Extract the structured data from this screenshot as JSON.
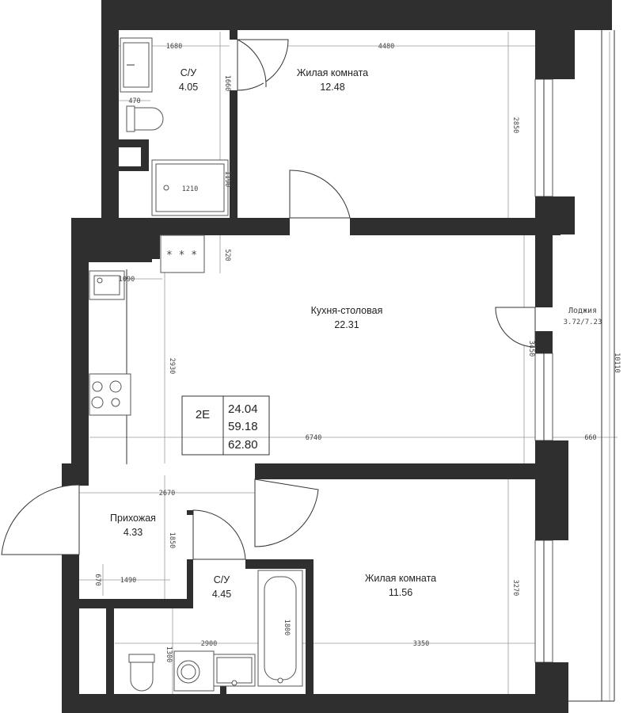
{
  "rooms": {
    "bath_top": {
      "name": "С/У",
      "area": "4.05"
    },
    "living_top": {
      "name": "Жилая комната",
      "area": "12.48"
    },
    "kitchen": {
      "name": "Кухня-столовая",
      "area": "22.31"
    },
    "loggia": {
      "name": "Лоджия",
      "area": "3.72/7.23"
    },
    "hall": {
      "name": "Прихожая",
      "area": "4.33"
    },
    "bath_bottom": {
      "name": "С/У",
      "area": "4.45"
    },
    "living_bottom": {
      "name": "Жилая комната",
      "area": "11.56"
    }
  },
  "summary": {
    "type": "2Е",
    "living_area": "24.04",
    "total_area": "59.18",
    "total_with_loggia": "62.80"
  },
  "dimensions": {
    "d1680": "1680",
    "d4480": "4480",
    "d1660": "1660",
    "d470": "470",
    "d2850": "2850",
    "d1190": "1190",
    "d1210": "1210",
    "d520": "520",
    "d1090": "1090",
    "d2930": "2930",
    "d3450": "3450",
    "d10110": "10110",
    "d6740": "6740",
    "d660": "660",
    "d2670": "2670",
    "d1850": "1850",
    "d670": "670",
    "d1490": "1490",
    "d3270": "3270",
    "d1800": "1800",
    "d2900": "2900",
    "d3350": "3350",
    "d1300": "1300"
  },
  "icons": [
    "stove-icon",
    "sink-icon",
    "toilet-icon",
    "shower-tray-icon",
    "bathtub-icon",
    "washing-machine-icon",
    "hob-burner-icon"
  ]
}
